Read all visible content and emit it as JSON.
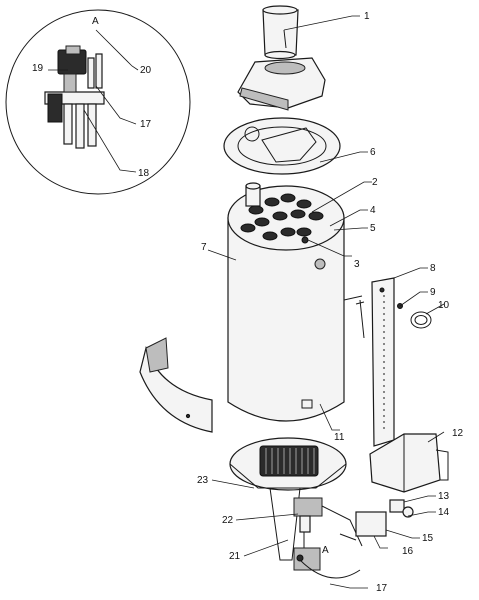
{
  "detail": {
    "label": "A"
  },
  "callouts": [
    {
      "id": "c1",
      "text": "1"
    },
    {
      "id": "c2",
      "text": "2"
    },
    {
      "id": "c3",
      "text": "3"
    },
    {
      "id": "c4",
      "text": "4"
    },
    {
      "id": "c5",
      "text": "5"
    },
    {
      "id": "c6",
      "text": "6"
    },
    {
      "id": "c7",
      "text": "7"
    },
    {
      "id": "c8",
      "text": "8"
    },
    {
      "id": "c9",
      "text": "9"
    },
    {
      "id": "c10",
      "text": "10"
    },
    {
      "id": "c11",
      "text": "11"
    },
    {
      "id": "c12",
      "text": "12"
    },
    {
      "id": "c13",
      "text": "13"
    },
    {
      "id": "c14",
      "text": "14"
    },
    {
      "id": "c15",
      "text": "15"
    },
    {
      "id": "c16",
      "text": "16"
    },
    {
      "id": "c17",
      "text": "17"
    },
    {
      "id": "c17b",
      "text": "17"
    },
    {
      "id": "c18",
      "text": "18"
    },
    {
      "id": "c19",
      "text": "19"
    },
    {
      "id": "c20",
      "text": "20"
    },
    {
      "id": "c21",
      "text": "21"
    },
    {
      "id": "c22",
      "text": "22"
    },
    {
      "id": "c23",
      "text": "23"
    },
    {
      "id": "cA2",
      "text": "A"
    }
  ]
}
